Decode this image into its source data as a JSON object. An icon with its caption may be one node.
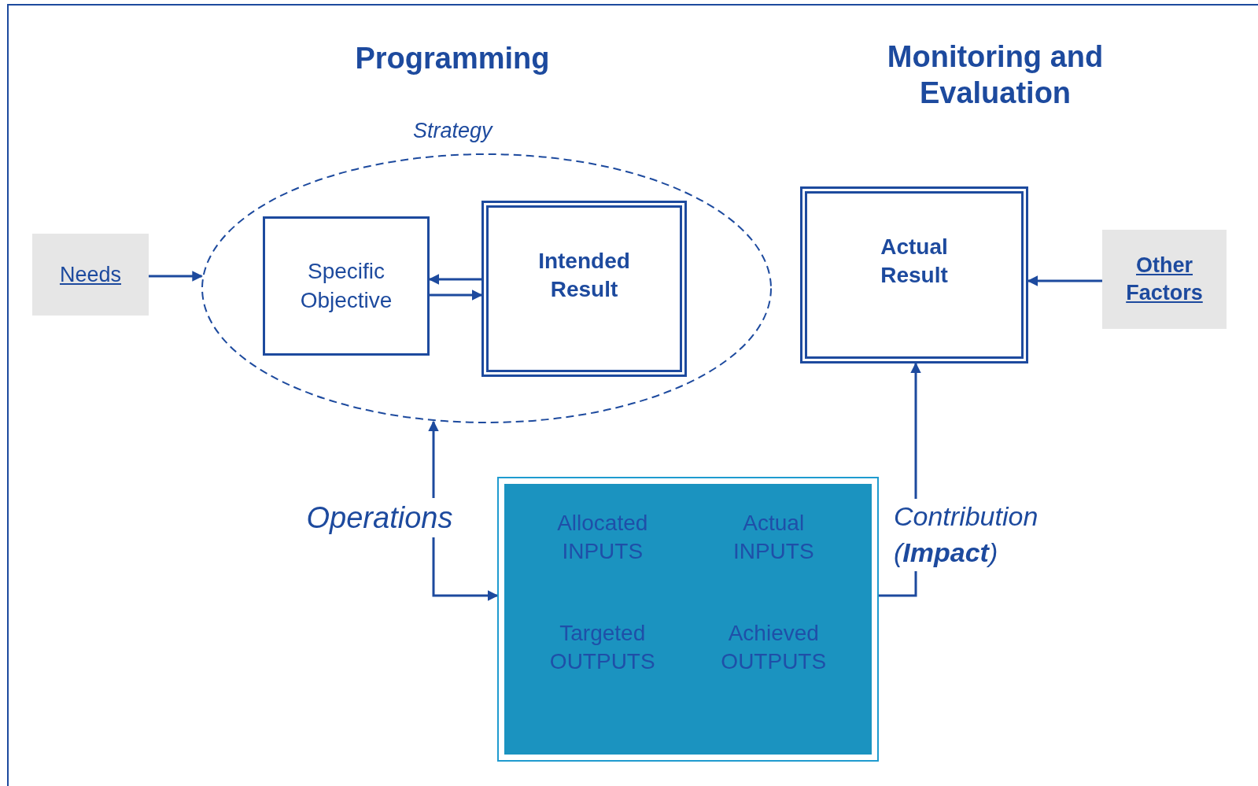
{
  "diagram": {
    "nodes": [
      {
        "text": [
          "Needs"
        ]
      },
      {
        "text": [
          "Strategy"
        ]
      },
      {
        "text": [
          "Specific Objective"
        ],
        "in": 1
      },
      {
        "text": [
          "Intended Result"
        ],
        "in": 1
      },
      {
        "text": [
          "Actual Result"
        ]
      },
      {
        "text": [
          "Other Factors"
        ]
      },
      {
        "text": [
          "Operations"
        ]
      },
      {
        "text": [
          "Allocated INPUTS",
          "Actual INPUTS",
          "Targeted OUTPUTS",
          "Achieved OUTPUTS"
        ]
      }
    ],
    "edges": [
      {
        "from": 0,
        "to": 1,
        "arrow": "to"
      },
      {
        "from": 3,
        "to": 2,
        "arrow": "to"
      },
      {
        "from": 2,
        "to": 3,
        "arrow": "to"
      },
      {
        "from": 5,
        "to": 4,
        "arrow": "to"
      },
      {
        "from": 6,
        "to": 1,
        "arrow": "to"
      },
      {
        "from": 6,
        "to": 7,
        "arrow": "to"
      },
      {
        "from": 7,
        "to": 4,
        "arrow": "to",
        "label": "Contribution (**Impact**)"
      }
    ],
    "labels": [
      "Programming",
      "Monitoring and Evaluation"
    ]
  }
}
